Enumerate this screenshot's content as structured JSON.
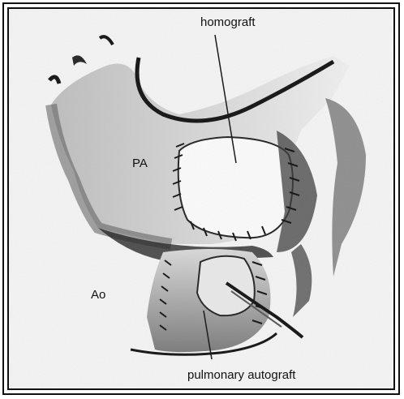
{
  "labels": {
    "homograft": "homograft",
    "pa": "PA",
    "ao": "Ao",
    "pulmonary_autograft": "pulmonary autograft"
  },
  "colors": {
    "ink": "#111111",
    "shade": "#5a5a5a",
    "paper": "#f4f4f4"
  }
}
